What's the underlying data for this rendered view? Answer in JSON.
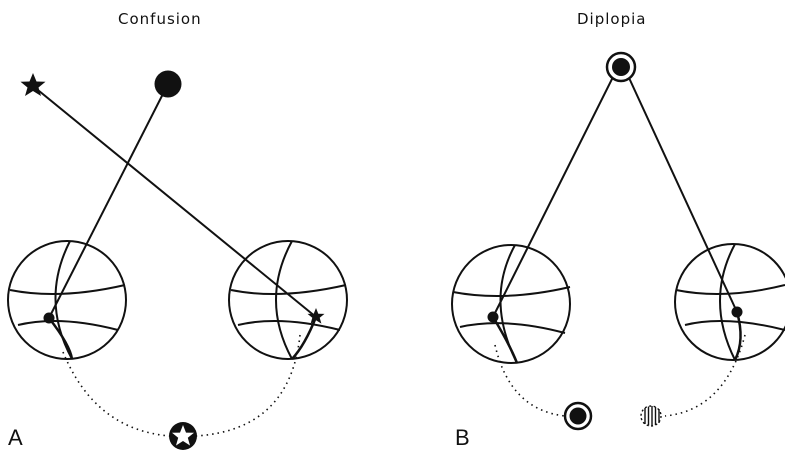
{
  "panels": [
    {
      "id": "A",
      "label": "A",
      "title": "Confusion"
    },
    {
      "id": "B",
      "label": "B",
      "title": "Diplopia"
    }
  ],
  "colors": {
    "ink": "#111111",
    "background": "#ffffff"
  },
  "icons": [
    "star-icon",
    "filled-circle-icon",
    "ringed-circle-icon",
    "outline-star-icon",
    "hatched-ghost-image-icon"
  ]
}
